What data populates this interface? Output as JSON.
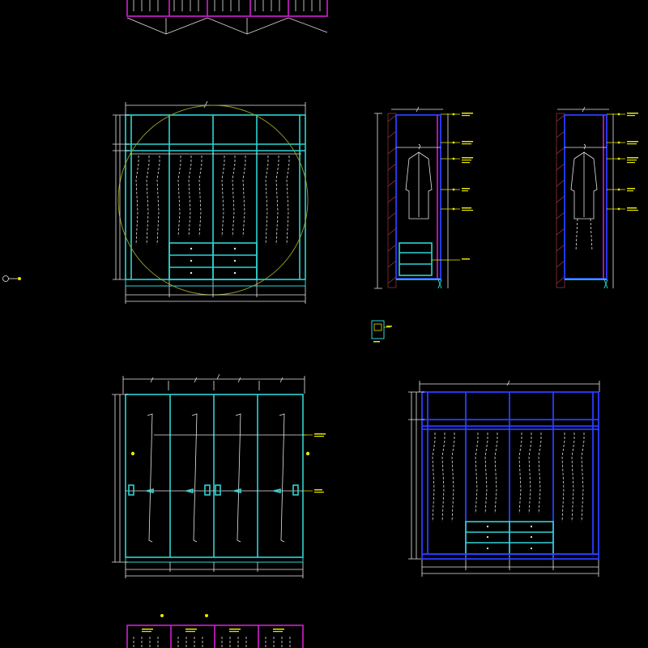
{
  "drawing": {
    "background": "#000000",
    "colors": {
      "cyan": "#2fd3d3",
      "white": "#e6e6e6",
      "blue": "#2b3cff",
      "magenta": "#d21fd2",
      "yellow": "#e8e800",
      "olive": "#a0a020"
    },
    "views": [
      {
        "id": "top-plan-partial",
        "kind": "plan"
      },
      {
        "id": "elevation-open-with-circle",
        "kind": "front-elevation"
      },
      {
        "id": "section-a",
        "kind": "side-section"
      },
      {
        "id": "section-b",
        "kind": "side-section"
      },
      {
        "id": "elevation-closed-doors",
        "kind": "front-elevation"
      },
      {
        "id": "elevation-open-blue",
        "kind": "front-elevation"
      },
      {
        "id": "bottom-plan-partial",
        "kind": "plan"
      }
    ],
    "icons": [
      "key-icon",
      "legend-symbol-icon"
    ]
  }
}
